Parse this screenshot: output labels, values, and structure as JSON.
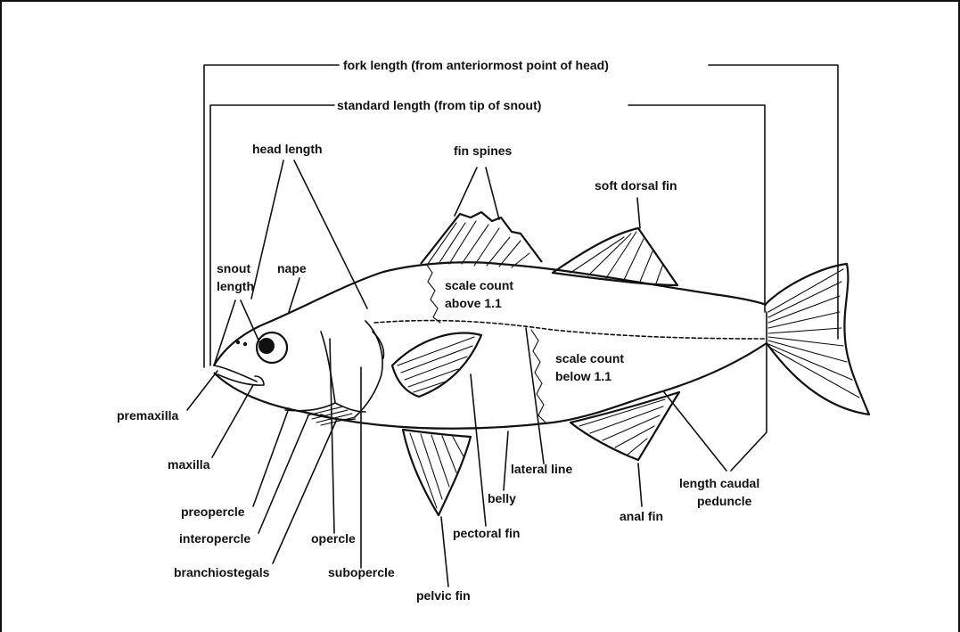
{
  "measurements": {
    "fork_length": "fork length (from anteriormost point of head)",
    "standard_length": "standard length (from tip of snout)",
    "head_length": "head length",
    "snout_length_line1": "snout",
    "snout_length_line2": "length",
    "caudal_peduncle_line1": "length caudal",
    "caudal_peduncle_line2": "peduncle"
  },
  "parts": {
    "nape": "nape",
    "fin_spines": "fin spines",
    "soft_dorsal_fin": "soft dorsal fin",
    "scale_above_line1": "scale count",
    "scale_above_line2": "above 1.1",
    "scale_below_line1": "scale count",
    "scale_below_line2": "below 1.1",
    "premaxilla": "premaxilla",
    "maxilla": "maxilla",
    "preopercle": "preopercle",
    "interopercle": "interopercle",
    "branchiostegals": "branchiostegals",
    "opercle": "opercle",
    "subopercle": "subopercle",
    "pelvic_fin": "pelvic fin",
    "pectoral_fin": "pectoral fin",
    "belly": "belly",
    "lateral_line": "lateral line",
    "anal_fin": "anal fin"
  }
}
